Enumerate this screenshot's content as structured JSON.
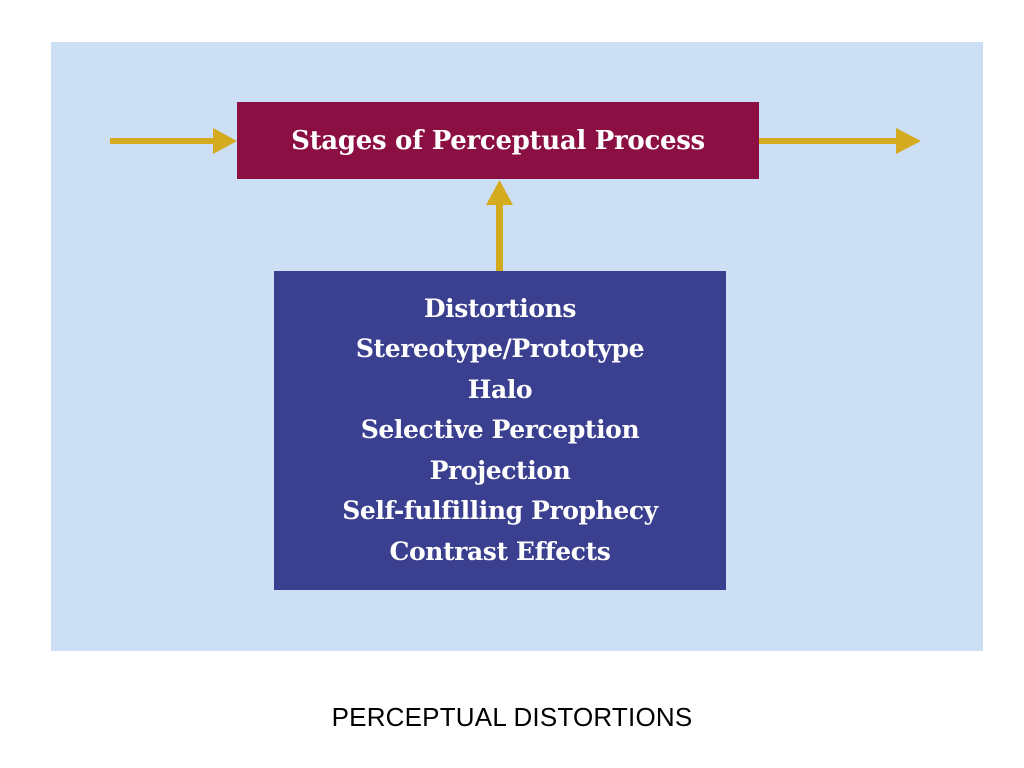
{
  "slide": {
    "stages_title": "Stages of Perceptual Process",
    "distortions": [
      "Distortions",
      "Stereotype/Prototype",
      "Halo",
      "Selective Perception",
      "Projection",
      "Self-fulfilling Prophecy",
      "Contrast Effects"
    ],
    "caption": "PERCEPTUAL DISTORTIONS"
  },
  "colors": {
    "panel_background": "#ccdff4",
    "stages_box": "#8c0f43",
    "distortions_box": "#3a3f8f",
    "arrow": "#d4aa1e",
    "box_text": "#ffffff"
  },
  "icons": {
    "input_arrow": "arrow-right-icon",
    "output_arrow": "arrow-right-icon",
    "up_arrow": "arrow-up-icon"
  }
}
